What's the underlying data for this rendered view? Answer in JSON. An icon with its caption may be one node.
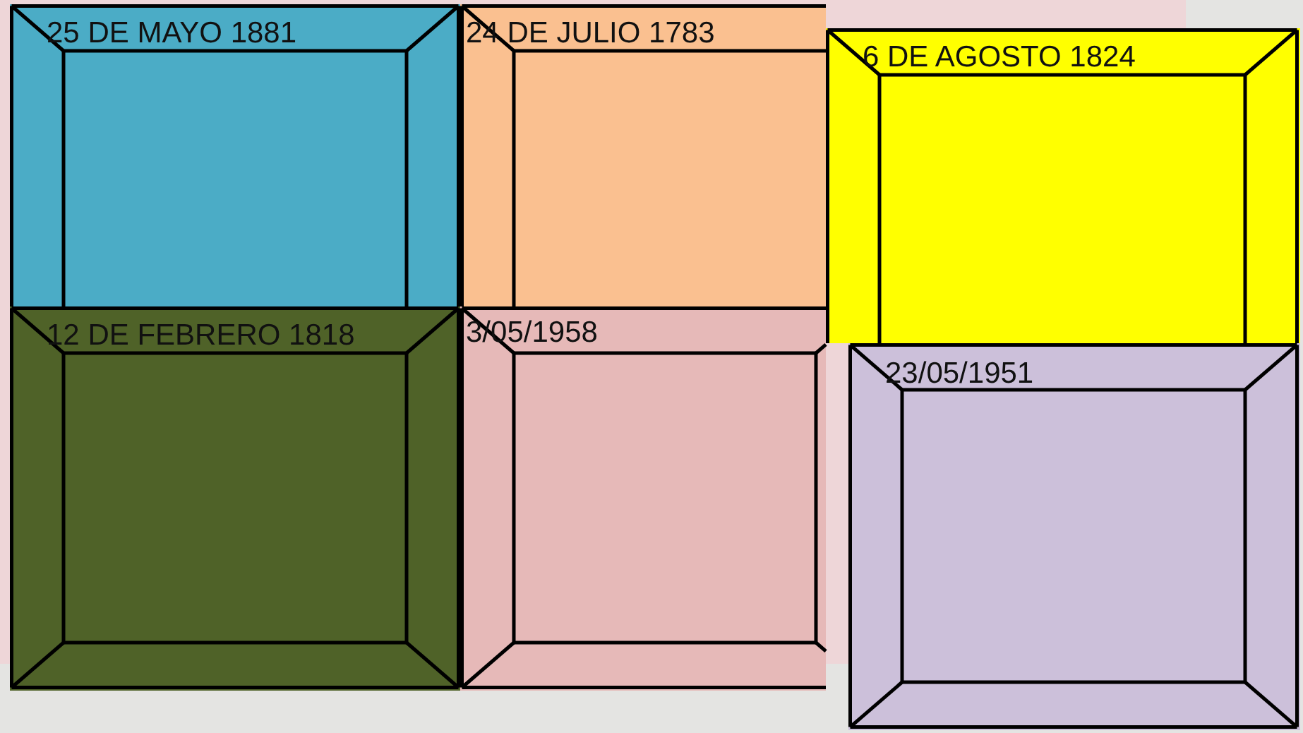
{
  "diagram": {
    "nodes": [
      {
        "text": [
          "25 DE MAYO 1881"
        ]
      },
      {
        "text": [
          "24 DE JULIO  1783"
        ]
      },
      {
        "text": [
          "3/05/1958"
        ]
      },
      {
        "text": [
          "12 DE FEBRERO 1818"
        ]
      },
      {
        "text": [
          "6 DE AGOSTO 1824"
        ]
      },
      {
        "text": [
          "23/05/1951"
        ]
      }
    ]
  }
}
